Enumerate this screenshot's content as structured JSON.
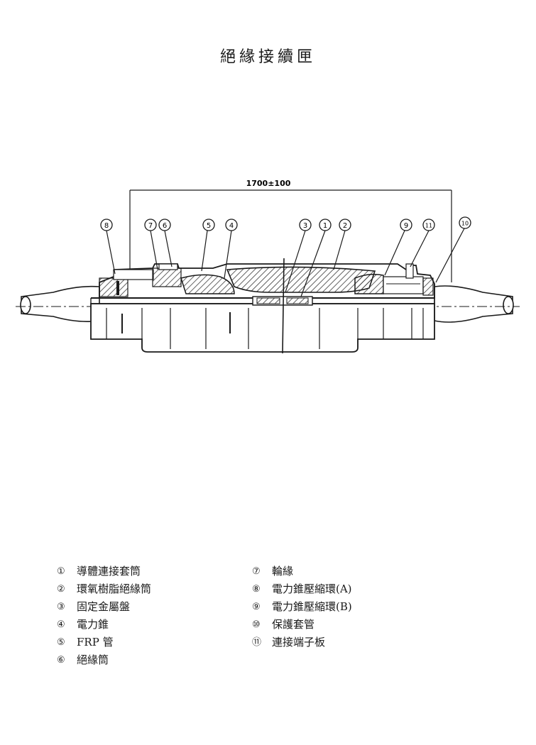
{
  "title": "絕緣接續匣",
  "dimension": "1700±100",
  "colors": {
    "ink": "#1a1a1a",
    "hatch": "#3a3a3a"
  },
  "callouts": {
    "c1": "1",
    "c2": "2",
    "c3": "3",
    "c4": "4",
    "c5": "5",
    "c6": "6",
    "c7": "7",
    "c8": "8",
    "c9": "9",
    "c10": "10",
    "c11": "11"
  },
  "legend_left": [
    {
      "num": "①",
      "text": "導體連接套筒"
    },
    {
      "num": "②",
      "text": "環氧樹脂絕緣筒"
    },
    {
      "num": "③",
      "text": "固定金屬盤"
    },
    {
      "num": "④",
      "text": "電力錐"
    },
    {
      "num": "⑤",
      "text": "FRP 管"
    },
    {
      "num": "⑥",
      "text": "絕緣筒"
    }
  ],
  "legend_right": [
    {
      "num": "⑦",
      "text": "輪緣"
    },
    {
      "num": "⑧",
      "text": "電力錐壓縮環(A)"
    },
    {
      "num": "⑨",
      "text": "電力錐壓縮環(B)"
    },
    {
      "num": "⑩",
      "text": "保護套管"
    },
    {
      "num": "⑪",
      "text": "連接端子板"
    }
  ]
}
